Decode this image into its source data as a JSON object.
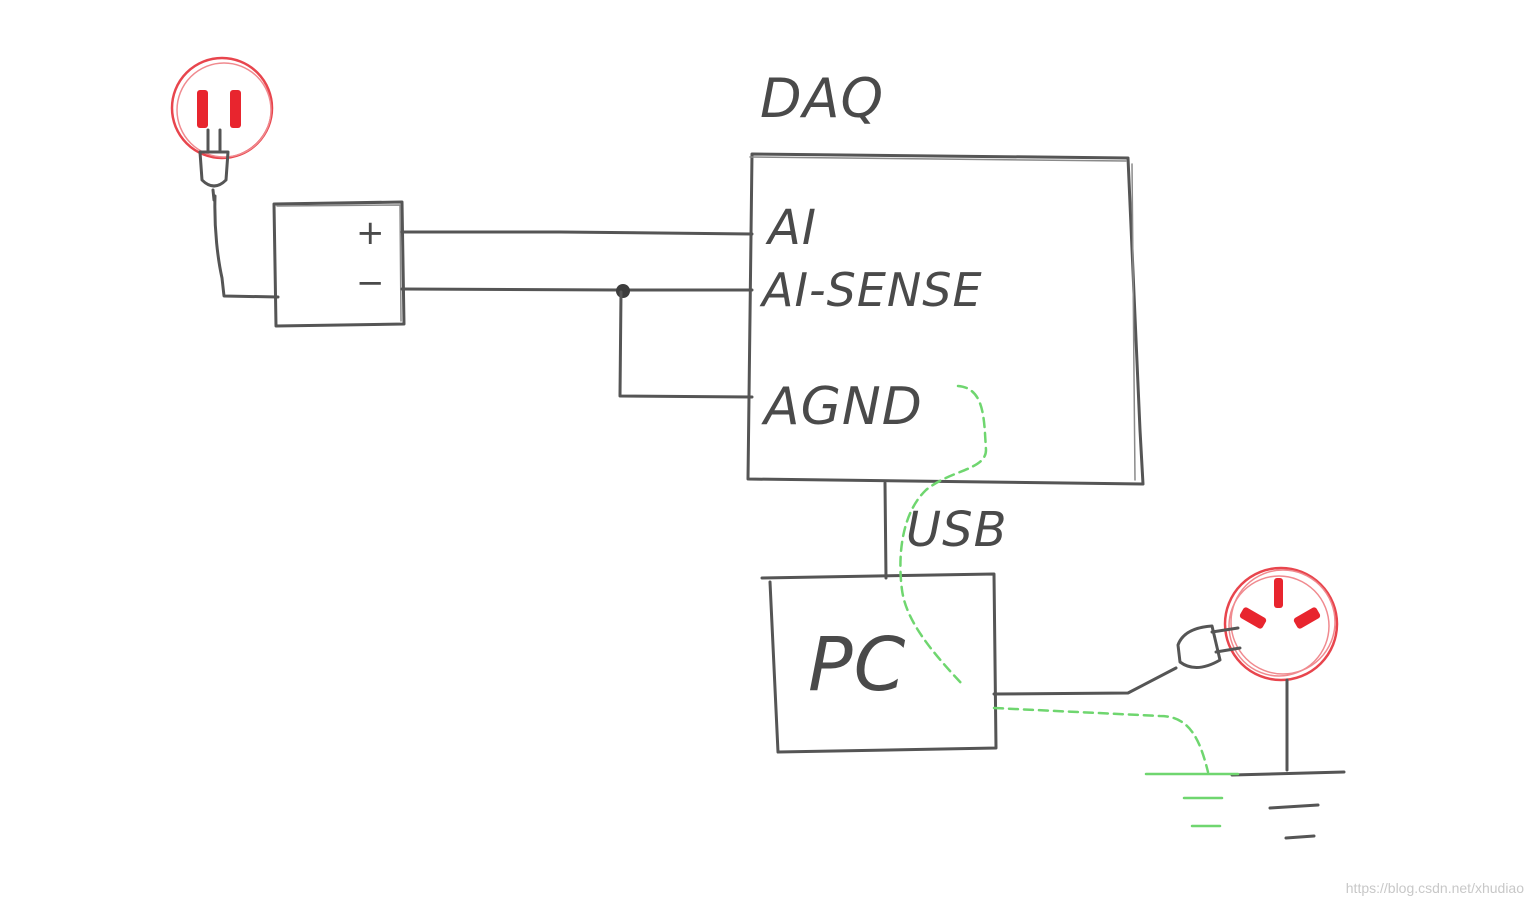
{
  "labels": {
    "daq_title": "DAQ",
    "ai": "AI",
    "ai_sense": "AI-SENSE",
    "agnd": "AGND",
    "usb": "USB",
    "pc": "PC",
    "plus": "+",
    "minus": "−"
  },
  "watermark": "https://blog.csdn.net/xhudiao",
  "colors": {
    "pencil": "#555555",
    "outlet_red": "#e8252e",
    "ground_green": "#6fd66f"
  }
}
